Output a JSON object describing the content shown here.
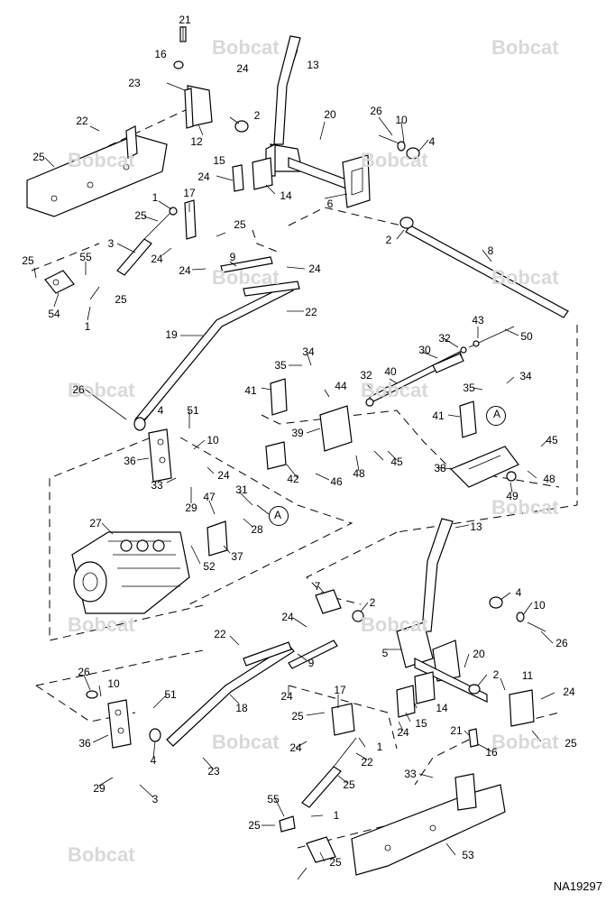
{
  "figure_id": "NA19297",
  "watermark": "Bobcat",
  "callouts": [
    "21",
    "16",
    "24",
    "23",
    "13",
    "2",
    "12",
    "22",
    "20",
    "26",
    "10",
    "4",
    "25",
    "15",
    "24",
    "14",
    "6",
    "1",
    "17",
    "25",
    "25",
    "3",
    "24",
    "2",
    "8",
    "9",
    "24",
    "24",
    "25",
    "55",
    "54",
    "25",
    "1",
    "22",
    "19",
    "43",
    "34",
    "50",
    "35",
    "32",
    "30",
    "41",
    "44",
    "32",
    "40",
    "35",
    "34",
    "26",
    "4",
    "51",
    "41",
    "A",
    "39",
    "10",
    "36",
    "45",
    "42",
    "48",
    "45",
    "38",
    "24",
    "48",
    "46",
    "33",
    "29",
    "49",
    "31",
    "47",
    "A",
    "27",
    "28",
    "37",
    "52",
    "13",
    "7",
    "2",
    "4",
    "10",
    "24",
    "26",
    "20",
    "22",
    "5",
    "9",
    "2",
    "26",
    "10",
    "51",
    "24",
    "11",
    "18",
    "17",
    "24",
    "25",
    "14",
    "15",
    "21",
    "24",
    "36",
    "4",
    "1",
    "24",
    "16",
    "23",
    "25",
    "22",
    "33",
    "29",
    "3",
    "25",
    "55",
    "1",
    "25",
    "53",
    "25"
  ]
}
